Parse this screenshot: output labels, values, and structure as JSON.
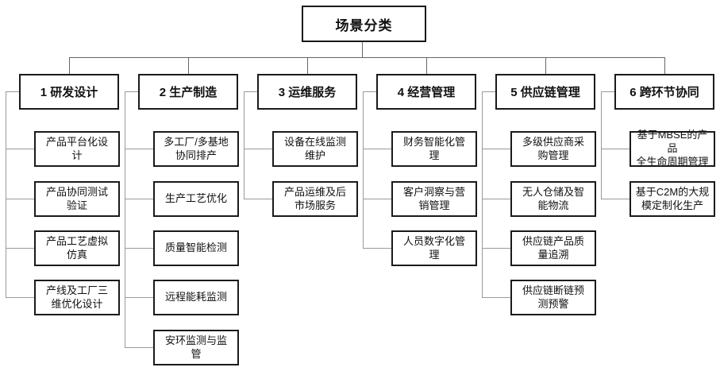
{
  "diagram": {
    "title": "场景分类",
    "columns": [
      {
        "label": "1 研发设计",
        "children": [
          "产品平台化设\n计",
          "产品协同测试\n验证",
          "产品工艺虚拟\n仿真",
          "产线及工厂三\n维优化设计"
        ]
      },
      {
        "label": "2 生产制造",
        "children": [
          "多工厂/多基地\n协同排产",
          "生产工艺优化",
          "质量智能检测",
          "远程能耗监测",
          "安环监测与监\n管"
        ]
      },
      {
        "label": "3 运维服务",
        "children": [
          "设备在线监测\n维护",
          "产品运维及后\n市场服务"
        ]
      },
      {
        "label": "4 经营管理",
        "children": [
          "财务智能化管\n理",
          "客户洞察与营\n销管理",
          "人员数字化管\n理"
        ]
      },
      {
        "label": "5 供应链管理",
        "children": [
          "多级供应商采\n购管理",
          "无人仓储及智\n能物流",
          "供应链产品质\n量追溯",
          "供应链断链预\n测预警"
        ]
      },
      {
        "label": "6 跨环节协同",
        "children": [
          "基于MBSE的产品\n全生命周期管理",
          "基于C2M的大规\n模定制化生产"
        ]
      }
    ],
    "colors": {
      "box_border": "#1a1a1a",
      "trunk_line": "#666666",
      "branch_line": "#999999",
      "background": "#ffffff"
    }
  }
}
